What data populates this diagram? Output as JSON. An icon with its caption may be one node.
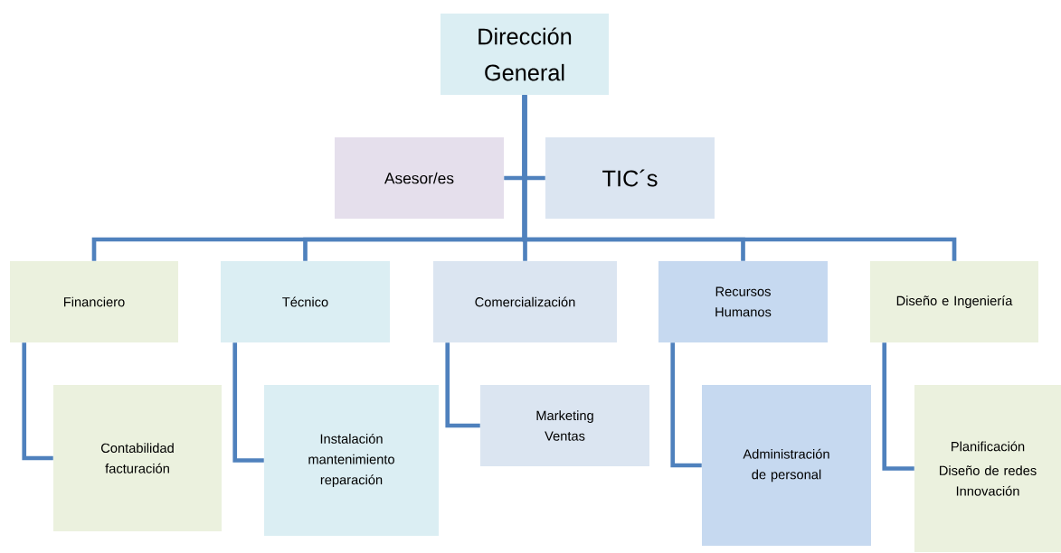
{
  "diagram": {
    "nodes": [
      {
        "text": [
          "Dirección General"
        ]
      },
      {
        "text": [
          "Asesor/es"
        ]
      },
      {
        "text": [
          "TIC´s"
        ]
      },
      {
        "text": [
          "Financiero"
        ]
      },
      {
        "text": [
          "Técnico"
        ]
      },
      {
        "text": [
          "Comercialización"
        ]
      },
      {
        "text": [
          "Recursos Humanos"
        ]
      },
      {
        "text": [
          "Diseño e Ingeniería"
        ]
      },
      {
        "text": [
          "Contabilidad facturación"
        ]
      },
      {
        "text": [
          "Instalación mantenimiento reparación"
        ]
      },
      {
        "text": [
          "Marketing Ventas"
        ]
      },
      {
        "text": [
          "Administración de personal"
        ]
      },
      {
        "text": [
          "Planificación",
          "Diseño de redes Innovación"
        ]
      }
    ],
    "edges": [
      {
        "from": 0,
        "to": 1,
        "arrow": "none"
      },
      {
        "from": 0,
        "to": 2,
        "arrow": "none"
      },
      {
        "from": 0,
        "to": 3,
        "arrow": "none"
      },
      {
        "from": 0,
        "to": 4,
        "arrow": "none"
      },
      {
        "from": 0,
        "to": 5,
        "arrow": "none"
      },
      {
        "from": 0,
        "to": 6,
        "arrow": "none"
      },
      {
        "from": 0,
        "to": 7,
        "arrow": "none"
      },
      {
        "from": 3,
        "to": 8,
        "arrow": "none"
      },
      {
        "from": 4,
        "to": 9,
        "arrow": "none"
      },
      {
        "from": 5,
        "to": 10,
        "arrow": "none"
      },
      {
        "from": 6,
        "to": 11,
        "arrow": "none"
      },
      {
        "from": 7,
        "to": 12,
        "arrow": "none"
      }
    ]
  }
}
